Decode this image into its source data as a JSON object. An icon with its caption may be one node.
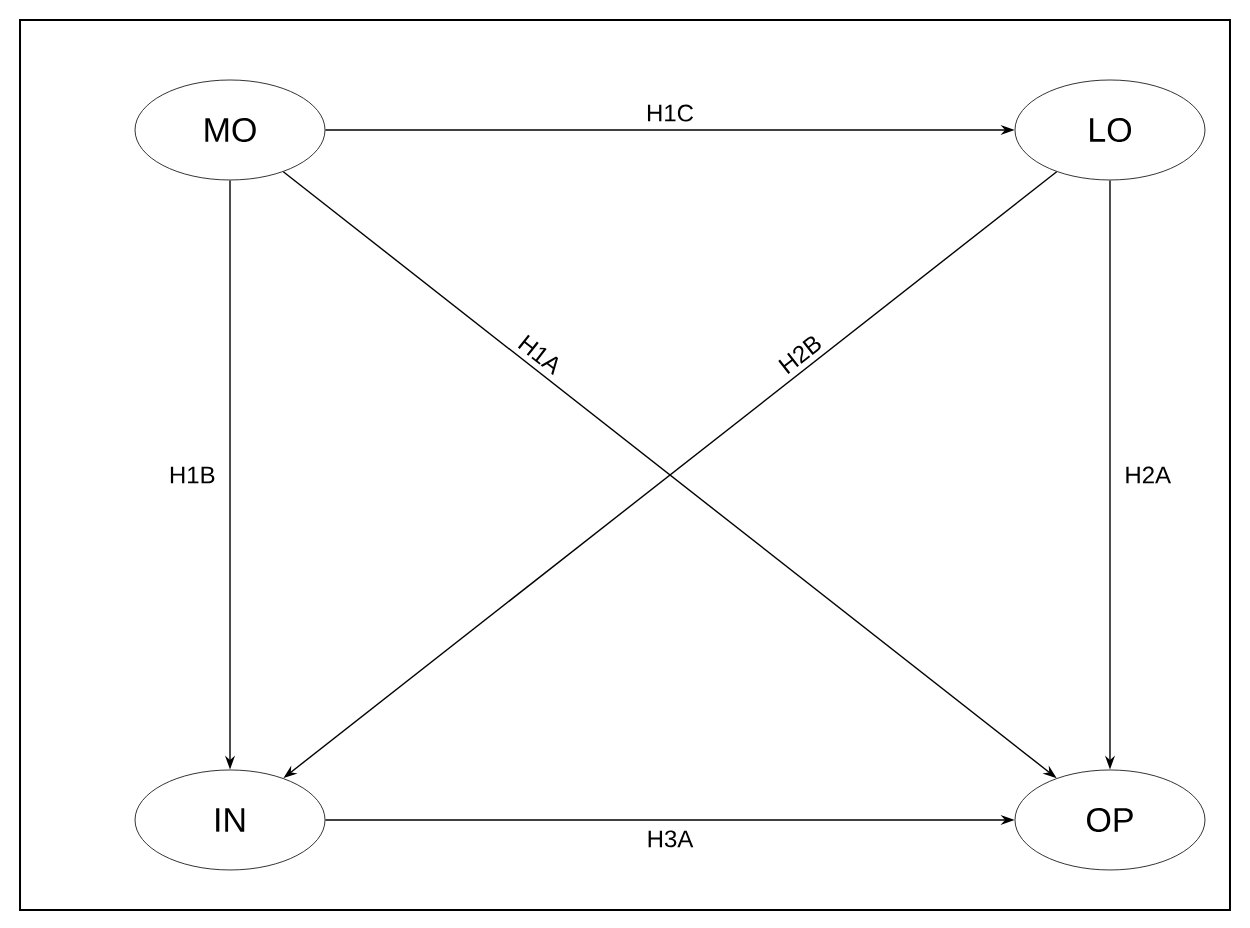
{
  "diagram": {
    "nodes": [
      {
        "text": [
          "MO"
        ]
      },
      {
        "text": [
          "LO"
        ]
      },
      {
        "text": [
          "IN"
        ]
      },
      {
        "text": [
          "OP"
        ]
      }
    ],
    "edges": [
      {
        "from": 0,
        "to": 1,
        "arrow": "to",
        "label": "H1C"
      },
      {
        "from": 0,
        "to": 3,
        "arrow": "to",
        "label": "H1A"
      },
      {
        "from": 0,
        "to": 2,
        "arrow": "to",
        "label": "H1B"
      },
      {
        "from": 1,
        "to": 2,
        "arrow": "to",
        "label": "H2B"
      },
      {
        "from": 1,
        "to": 3,
        "arrow": "to",
        "label": "H2A"
      },
      {
        "from": 2,
        "to": 3,
        "arrow": "to",
        "label": "H3A"
      }
    ]
  }
}
